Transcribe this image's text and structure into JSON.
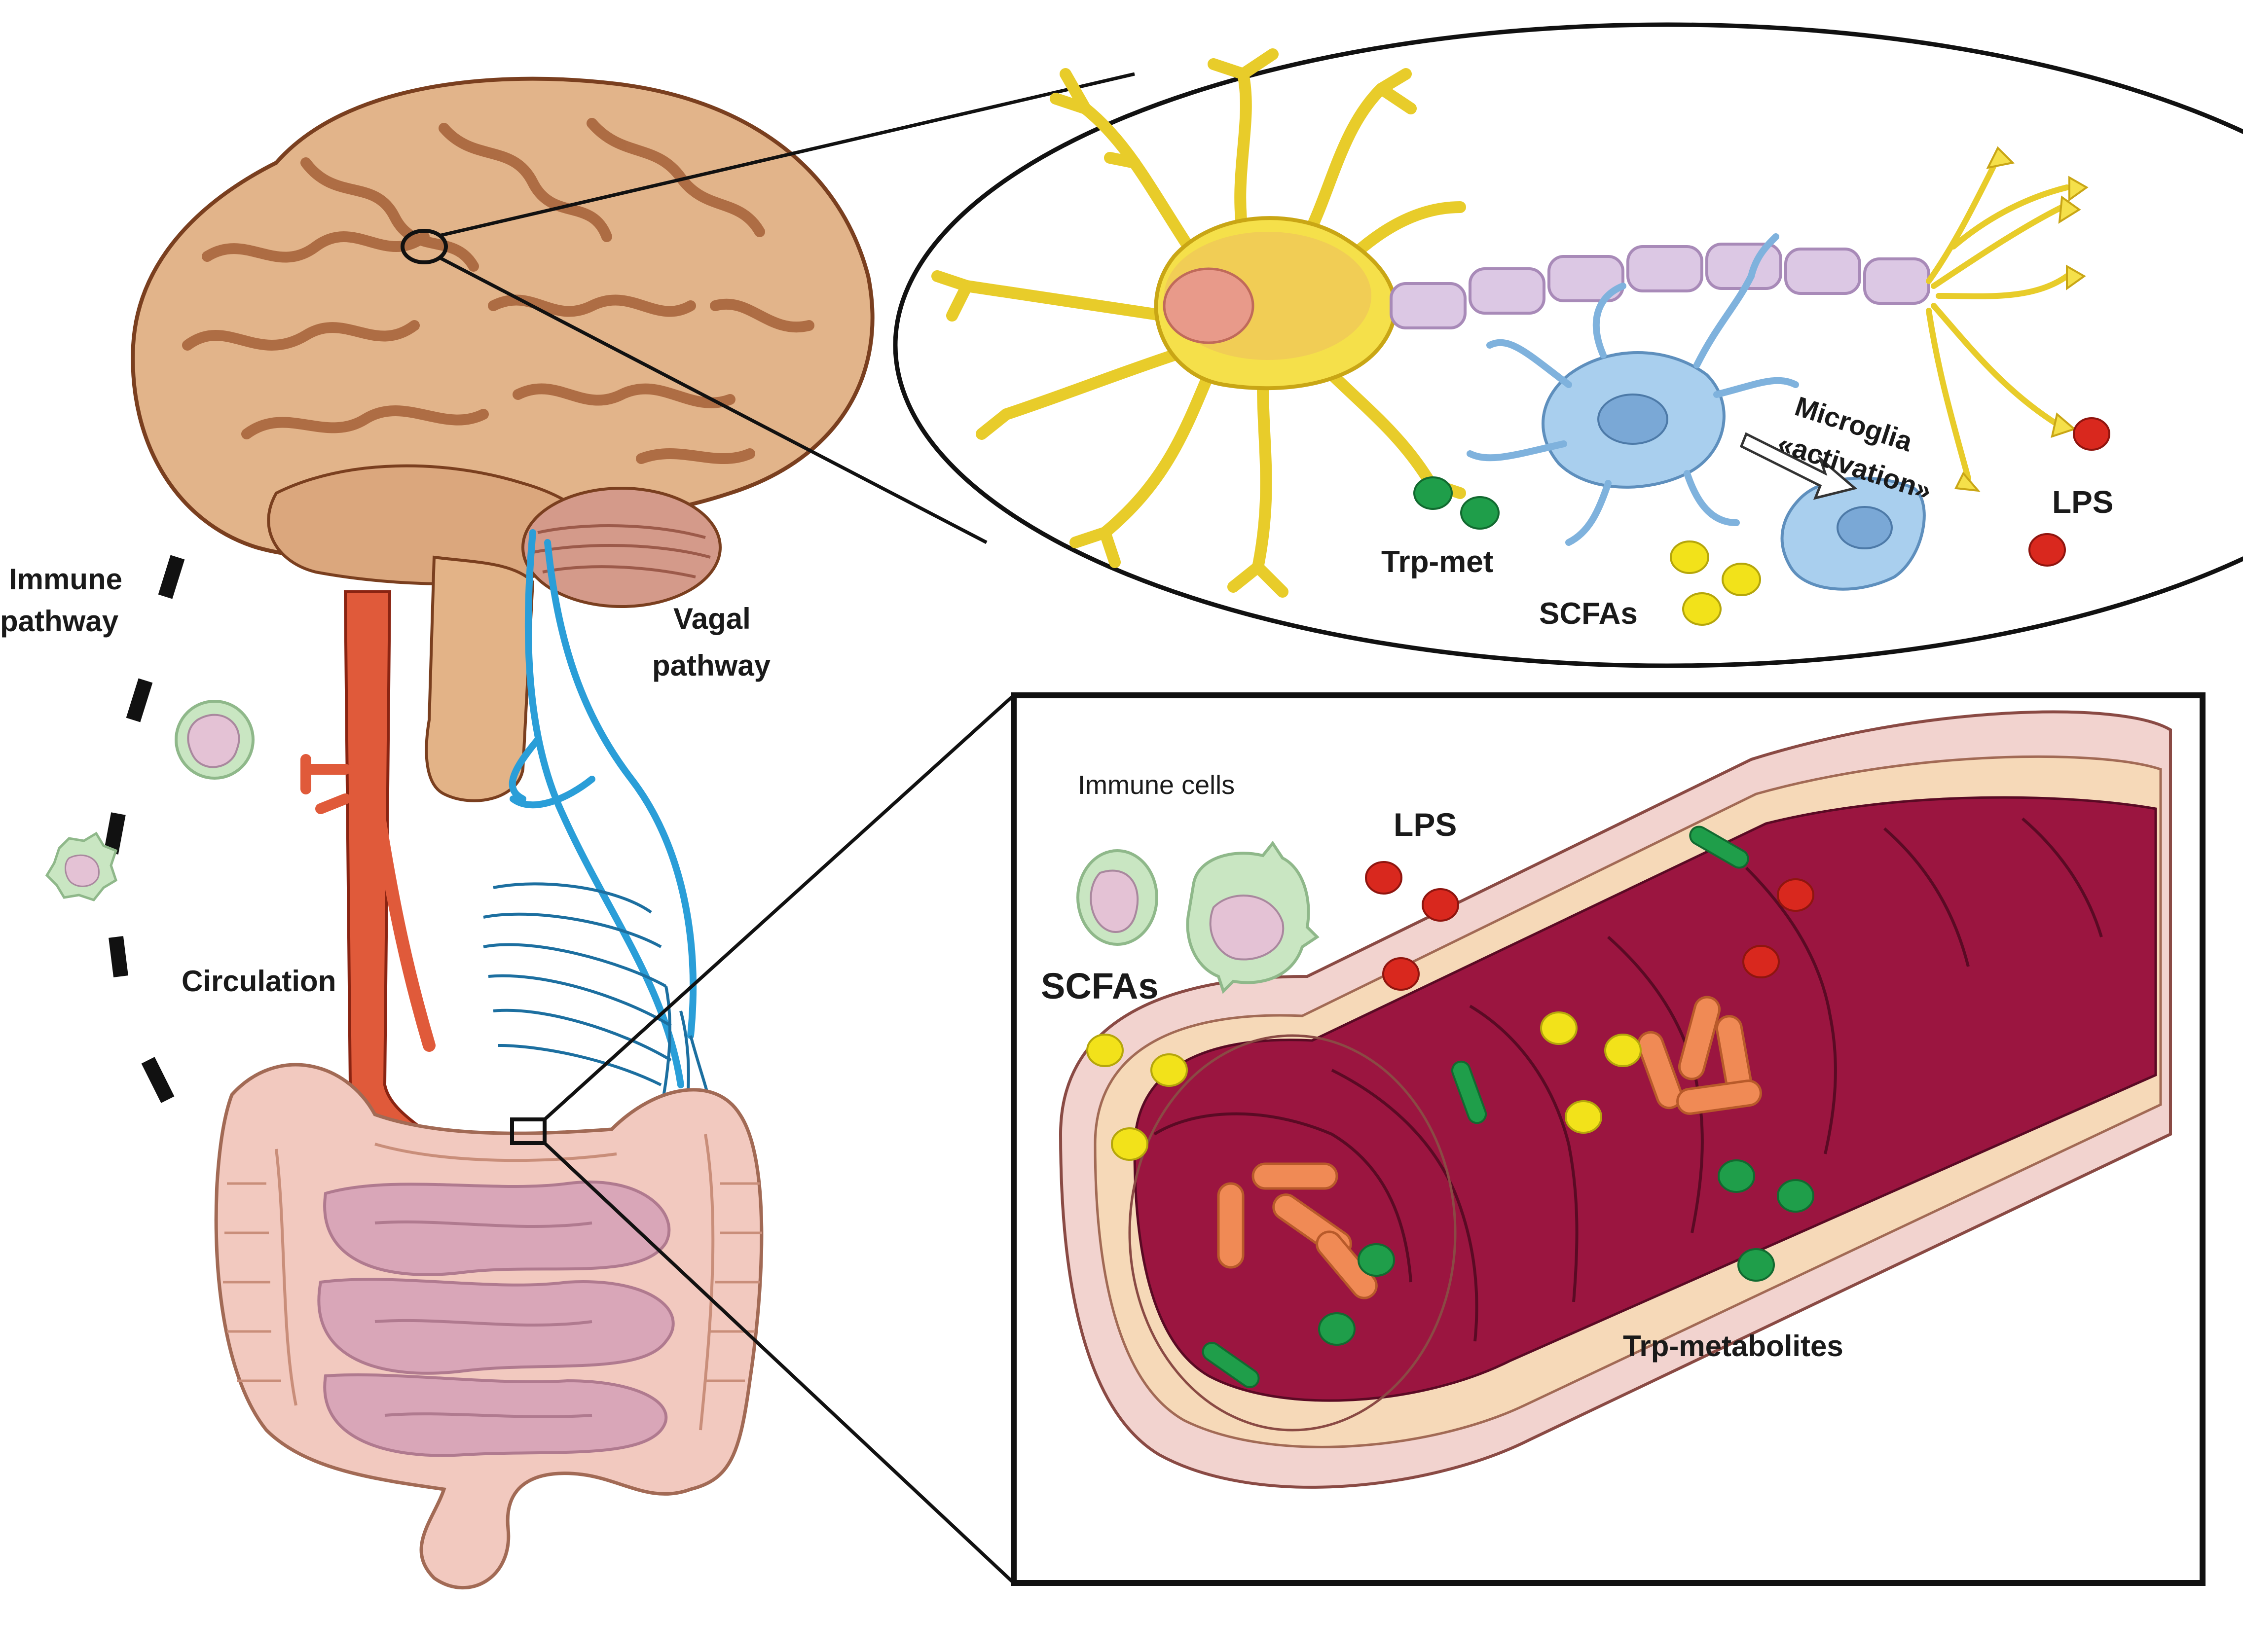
{
  "labels": {
    "immune_pathway_line1": "Immune",
    "immune_pathway_line2": "pathway",
    "vagal_pathway_line1": "Vagal",
    "vagal_pathway_line2": "pathway",
    "circulation": "Circulation",
    "trp_met": "Trp-met",
    "scfas_brain": "SCFAs",
    "microglia_line1": "Microglia",
    "microglia_line2": "«activation»",
    "lps_brain": "LPS",
    "immune_cells": "Immune cells",
    "lps_gut": "LPS",
    "scfas_gut": "SCFAs",
    "trp_metabolites": "Trp-metabolites"
  },
  "colors": {
    "brain": "#e2b48a",
    "brain_fold": "#a8653c",
    "cerebellum": "#d49a8a",
    "brainstem": "#e3b387",
    "artery": "#e05a3a",
    "vagus": "#2a9ed8",
    "intestine": "#f2c9bf",
    "small_intestine": "#d9a6b8",
    "neuron": "#f5e04a",
    "myelin": "#dcc8e4",
    "microglia": "#a9cfee",
    "lps": "#d9281e",
    "scfa": "#f2e21a",
    "trp": "#1f9e4a",
    "gut_wall": "#f2d3cf",
    "gut_lumen": "#9b1540",
    "bacteria": "#f08a55",
    "immune_cell": "#c9e6c2"
  }
}
